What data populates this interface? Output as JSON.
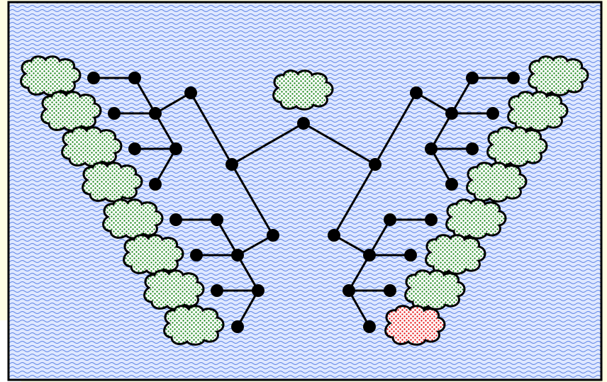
{
  "diagram": {
    "kind": "symmetric-binary-tree",
    "root_label": "",
    "colors": {
      "background_water": "#c8d6ff",
      "water_wave": "#5a82e6",
      "panel_outside": "#fefee4",
      "edge": "#000000",
      "node": "#000000",
      "cloud_fill_normal": "#ffffff",
      "cloud_dots_normal": "#1f8a1f",
      "cloud_fill_highlight": "#ffffff",
      "cloud_dots_highlight": "#e61919"
    },
    "leaf_count_per_side": 8,
    "highlighted_leaf": {
      "side": "right",
      "index": 7
    }
  }
}
